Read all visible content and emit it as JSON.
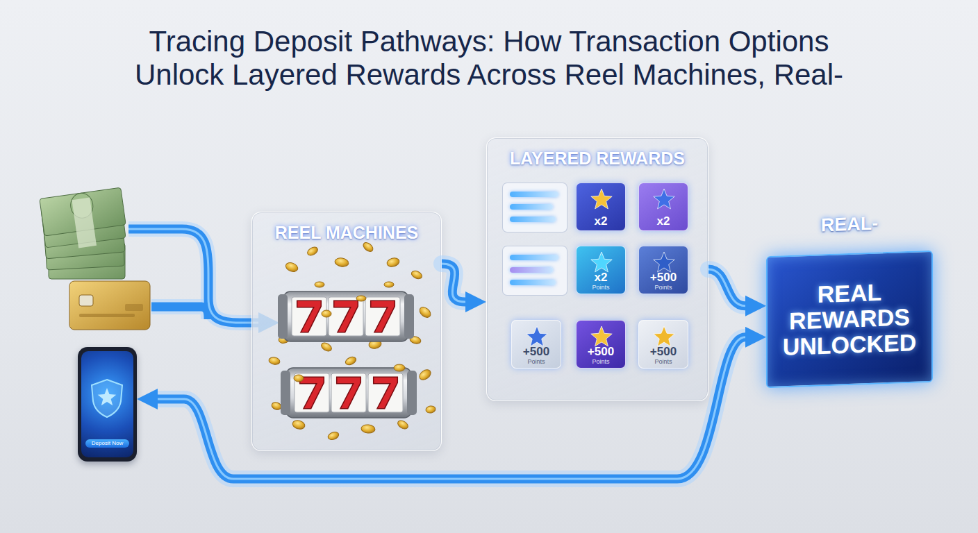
{
  "diagram": {
    "title": "Tracing Deposit Pathways: How Transaction Options Unlock Layered Rewards Across Reel Machines, Real-",
    "nodes": [
      {
        "text": [
          "REEL MACHINES"
        ]
      },
      {
        "text": [
          "LAYERED REWARDS"
        ]
      },
      {
        "text": [
          "x2"
        ],
        "in": 1
      },
      {
        "text": [
          "x2"
        ],
        "in": 1
      },
      {
        "text": [
          "x2",
          "Points"
        ],
        "in": 1
      },
      {
        "text": [
          "+500",
          "Points"
        ],
        "in": 1
      },
      {
        "text": [
          "+500",
          "Points"
        ],
        "in": 1
      },
      {
        "text": [
          "+500",
          "Points"
        ],
        "in": 1
      },
      {
        "text": [
          "+500",
          "Points"
        ],
        "in": 1
      },
      {
        "text": [
          "REAL-",
          "REAL REWARDS UNLOCKED"
        ]
      },
      {
        "text": [
          "Deposit Now"
        ]
      }
    ],
    "edges": [
      {
        "from": 0,
        "to": 1,
        "arrow": "to"
      },
      {
        "from": 1,
        "to": 9,
        "arrow": "to"
      },
      {
        "from": 10,
        "to": 9,
        "arrow": "both"
      }
    ]
  }
}
